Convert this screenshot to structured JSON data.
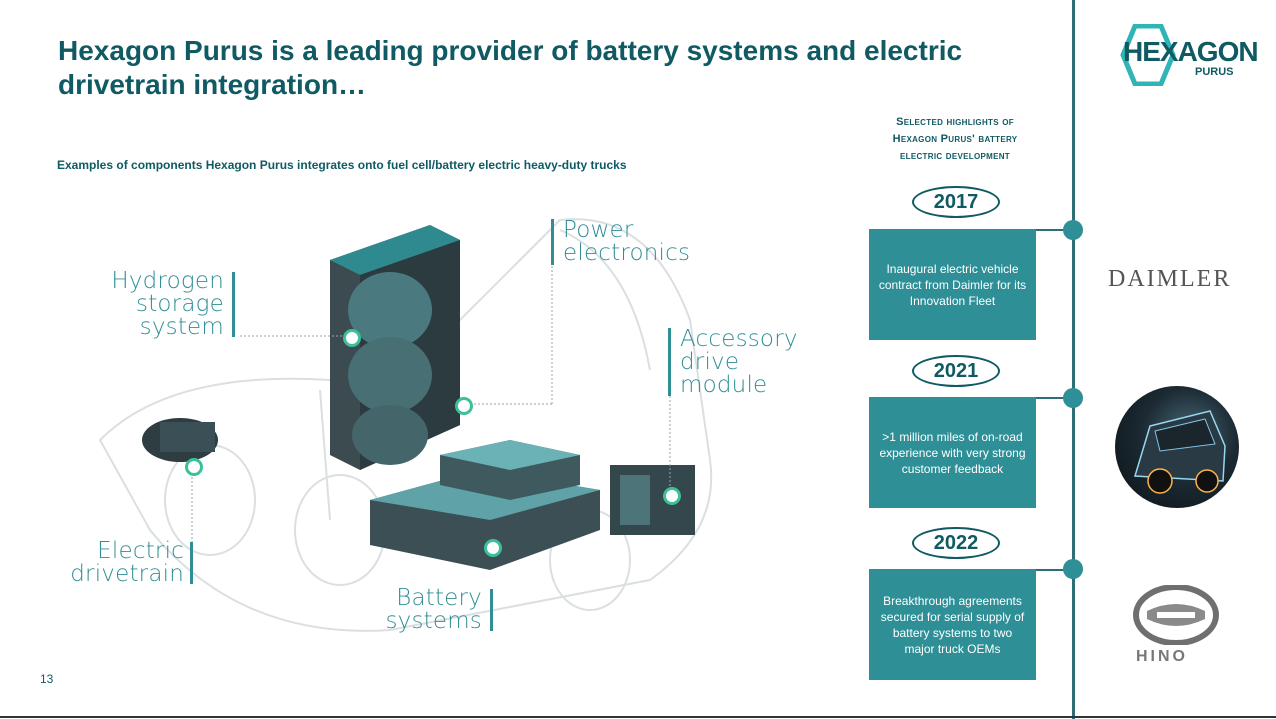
{
  "title": "Hexagon Purus is a leading provider of battery systems and electric drivetrain integration…",
  "subtitle": "Examples of components Hexagon Purus integrates onto fuel cell/battery electric  heavy-duty trucks",
  "logo": {
    "line1": "HEXAGON",
    "line2": "PURUS"
  },
  "labels": {
    "hydrogen": [
      "Hydrogen",
      "storage",
      "system"
    ],
    "power": [
      "Power",
      "electronics"
    ],
    "accessory": [
      "Accessory",
      "drive",
      "module"
    ],
    "drivetrain": [
      "Electric",
      "drivetrain"
    ],
    "battery": [
      "Battery",
      "systems"
    ]
  },
  "highlights_heading": [
    "Selected highlights of",
    "Hexagon Purus' battery",
    "electric development"
  ],
  "timeline": [
    {
      "year": "2017",
      "text": "Inaugural electric vehicle contract from Daimler for its Innovation Fleet"
    },
    {
      "year": "2021",
      "text": ">1 million miles of on-road experience with very strong customer feedback"
    },
    {
      "year": "2022",
      "text": "Breakthrough agreements secured for serial supply of battery systems to two major truck OEMs"
    }
  ],
  "partners": {
    "daimler": "DAIMLER",
    "hino": "HINO"
  },
  "page_number": "13",
  "colors": {
    "dark_teal": "#0f5a63",
    "teal": "#2e8f97",
    "accent_green": "#3dbf9a"
  }
}
